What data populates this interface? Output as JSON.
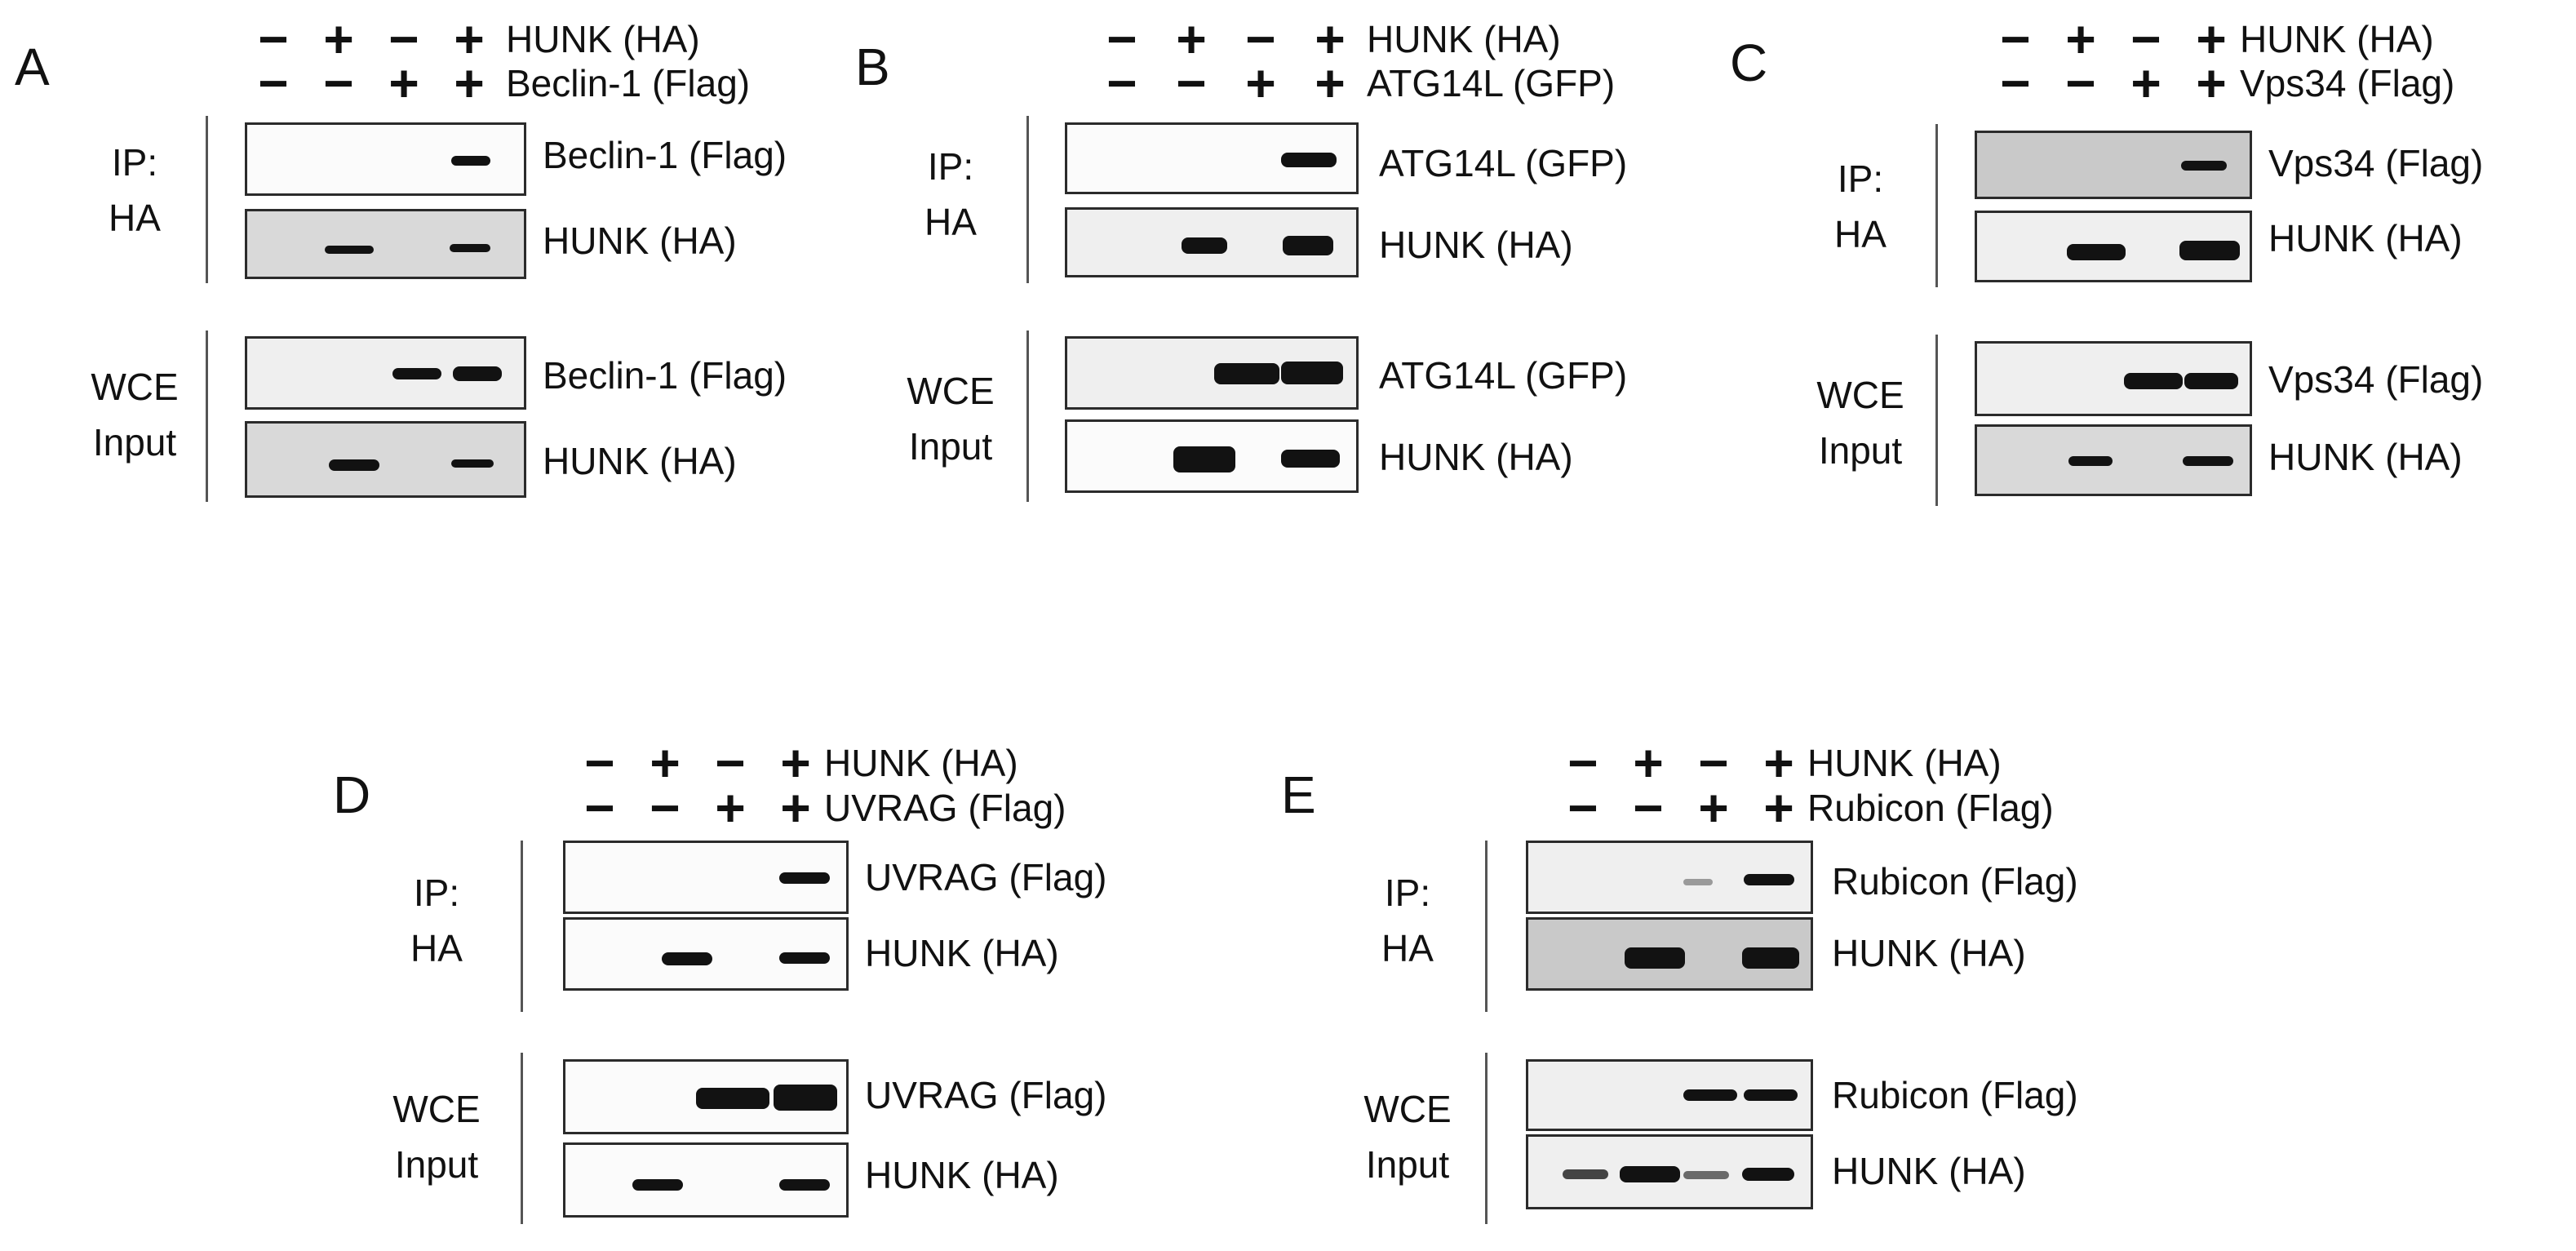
{
  "panels": [
    {
      "letter": "A",
      "sign_rows": [
        {
          "signs": [
            "−",
            "+",
            "−",
            "+"
          ],
          "label": "HUNK (HA)"
        },
        {
          "signs": [
            "−",
            "−",
            "+",
            "+"
          ],
          "label": "Beclin-1 (Flag)"
        }
      ],
      "groups": [
        {
          "label_lines": [
            "IP:",
            "HA"
          ]
        },
        {
          "label_lines": [
            "WCE",
            "Input"
          ]
        }
      ],
      "blots": [
        {
          "label": "Beclin-1 (Flag)"
        },
        {
          "label": "HUNK (HA)"
        },
        {
          "label": "Beclin-1 (Flag)"
        },
        {
          "label": "HUNK (HA)"
        }
      ]
    },
    {
      "letter": "B",
      "sign_rows": [
        {
          "signs": [
            "−",
            "+",
            "−",
            "+"
          ],
          "label": "HUNK (HA)"
        },
        {
          "signs": [
            "−",
            "−",
            "+",
            "+"
          ],
          "label": "ATG14L (GFP)"
        }
      ],
      "groups": [
        {
          "label_lines": [
            "IP:",
            "HA"
          ]
        },
        {
          "label_lines": [
            "WCE",
            "Input"
          ]
        }
      ],
      "blots": [
        {
          "label": "ATG14L (GFP)"
        },
        {
          "label": "HUNK (HA)"
        },
        {
          "label": "ATG14L (GFP)"
        },
        {
          "label": "HUNK (HA)"
        }
      ]
    },
    {
      "letter": "C",
      "sign_rows": [
        {
          "signs": [
            "−",
            "+",
            "−",
            "+"
          ],
          "label": "HUNK (HA)"
        },
        {
          "signs": [
            "−",
            "−",
            "+",
            "+"
          ],
          "label": "Vps34 (Flag)"
        }
      ],
      "groups": [
        {
          "label_lines": [
            "IP:",
            "HA"
          ]
        },
        {
          "label_lines": [
            "WCE",
            "Input"
          ]
        }
      ],
      "blots": [
        {
          "label": "Vps34 (Flag)"
        },
        {
          "label": "HUNK (HA)"
        },
        {
          "label": "Vps34 (Flag)"
        },
        {
          "label": "HUNK (HA)"
        }
      ]
    },
    {
      "letter": "D",
      "sign_rows": [
        {
          "signs": [
            "−",
            "+",
            "−",
            "+"
          ],
          "label": "HUNK (HA)"
        },
        {
          "signs": [
            "−",
            "−",
            "+",
            "+"
          ],
          "label": "UVRAG (Flag)"
        }
      ],
      "groups": [
        {
          "label_lines": [
            "IP:",
            "HA"
          ]
        },
        {
          "label_lines": [
            "WCE",
            "Input"
          ]
        }
      ],
      "blots": [
        {
          "label": "UVRAG (Flag)"
        },
        {
          "label": "HUNK (HA)"
        },
        {
          "label": "UVRAG (Flag)"
        },
        {
          "label": "HUNK (HA)"
        }
      ]
    },
    {
      "letter": "E",
      "sign_rows": [
        {
          "signs": [
            "−",
            "+",
            "−",
            "+"
          ],
          "label": "HUNK (HA)"
        },
        {
          "signs": [
            "−",
            "−",
            "+",
            "+"
          ],
          "label": "Rubicon (Flag)"
        }
      ],
      "groups": [
        {
          "label_lines": [
            "IP:",
            "HA"
          ]
        },
        {
          "label_lines": [
            "WCE",
            "Input"
          ]
        }
      ],
      "blots": [
        {
          "label": "Rubicon (Flag)"
        },
        {
          "label": "HUNK (HA)"
        },
        {
          "label": "Rubicon (Flag)"
        },
        {
          "label": "HUNK (HA)"
        }
      ]
    }
  ]
}
